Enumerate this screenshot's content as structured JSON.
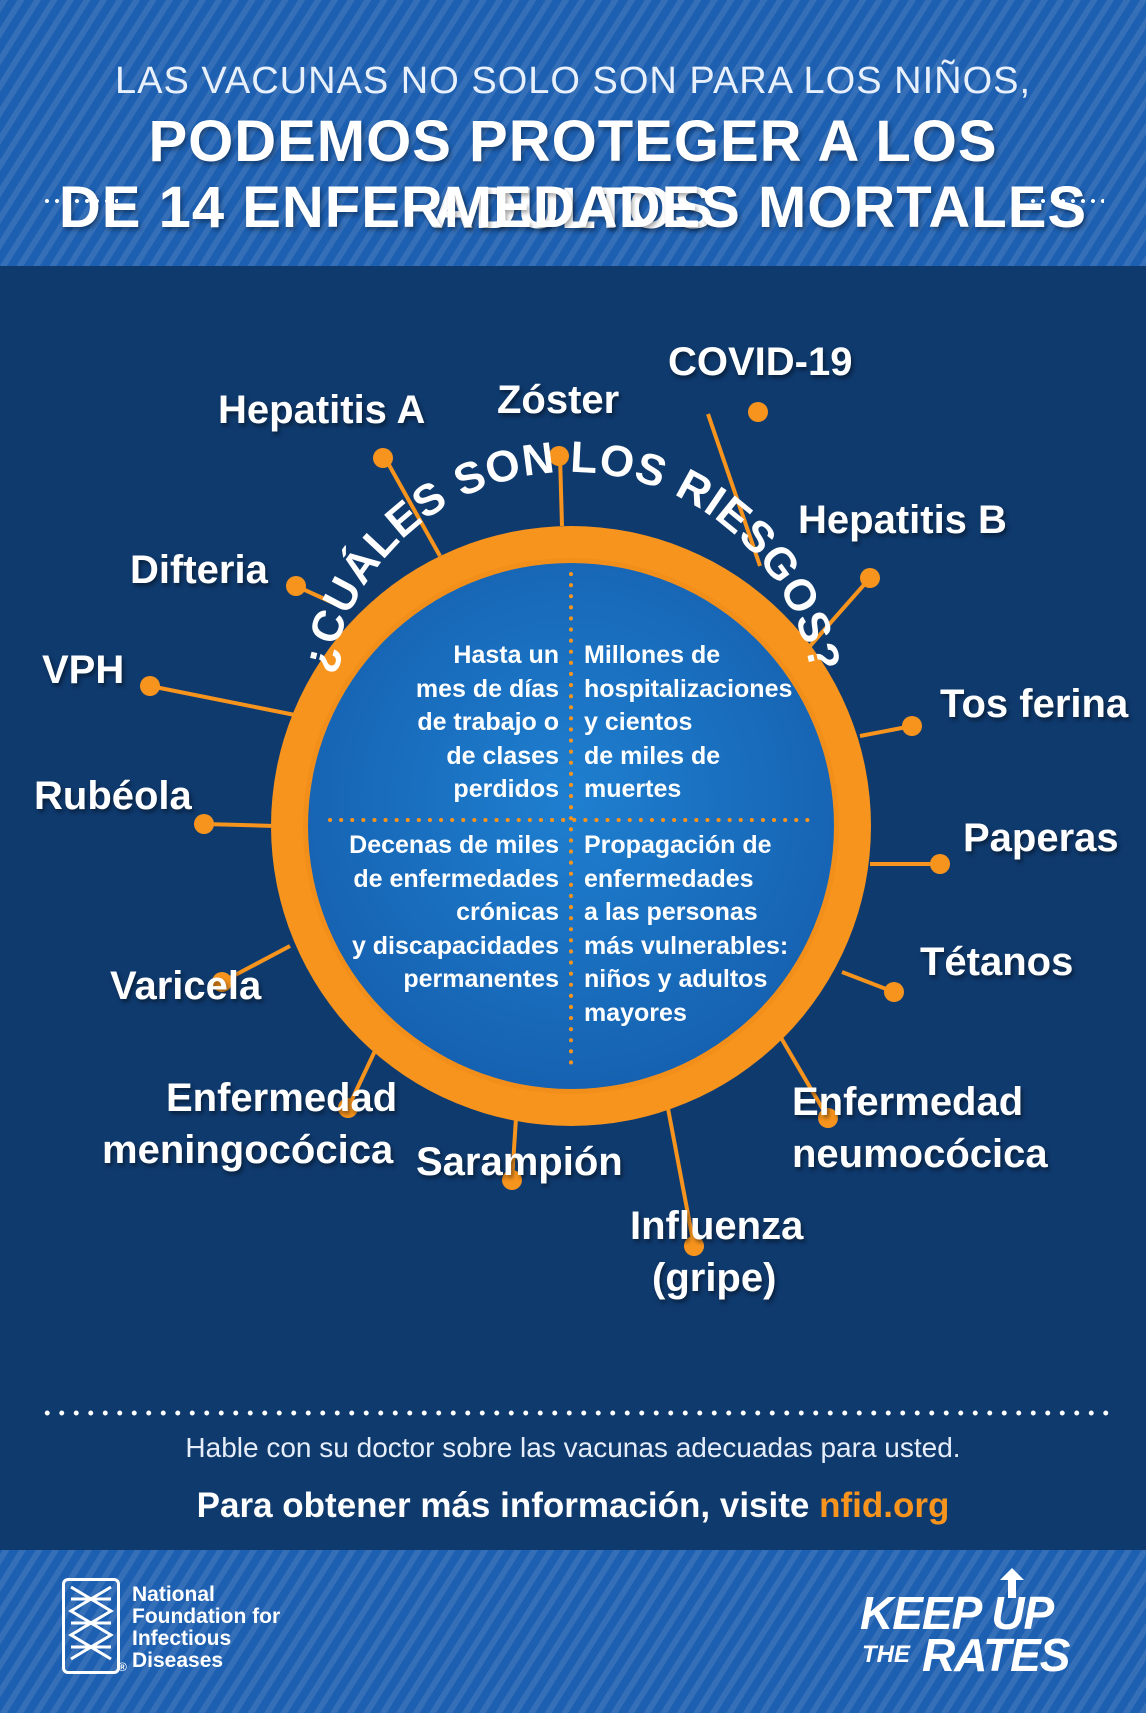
{
  "header": {
    "subtitle": "LAS VACUNAS NO SOLO SON PARA LOS NIÑOS,",
    "title_line1": "PODEMOS PROTEGER A LOS ADULTOS",
    "title_line2": "DE 14 ENFERMEDADES MORTALES"
  },
  "ring": {
    "heading": "¿CUÁLES SON LOS RIESGOS?",
    "quadrants": {
      "top_left": "Hasta un\nmes de días\nde trabajo o\nde clases\nperdidos",
      "top_right": "Millones de\nhospitalizaciones\ny cientos\nde miles de\nmuertes",
      "bottom_left": "Decenas de miles\nde enfermedades\ncrónicas\ny discapacidades\npermanentes",
      "bottom_right": "Propagación de\nenfermedades\na las personas\nmás vulnerables:\nniños y adultos\nmayores"
    }
  },
  "diseases": {
    "covid": "COVID-19",
    "zoster": "Zóster",
    "hepatitis_a": "Hepatitis A",
    "hepatitis_b": "Hepatitis B",
    "difteria": "Difteria",
    "vph": "VPH",
    "tos_ferina": "Tos ferina",
    "rubeola": "Rubéola",
    "paperas": "Paperas",
    "tetanos": "Tétanos",
    "varicela": "Varicela",
    "meningococica_1": "Enfermedad",
    "meningococica_2": "meningocócica",
    "neumococica_1": "Enfermedad",
    "neumococica_2": "neumocócica",
    "sarampion": "Sarampión",
    "influenza_1": "Influenza",
    "influenza_2": "(gripe)"
  },
  "footer": {
    "talk": "Hable con su doctor sobre las vacunas adecuadas para usted.",
    "info_prefix": "Para obtener más información, visite ",
    "link": "nfid.org"
  },
  "logos": {
    "nfid_name": "National\nFoundation for\nInfectious\nDiseases",
    "nfid_reg": "®",
    "keep": "KEEP UP",
    "the": "THE",
    "rates": "RATES"
  },
  "colors": {
    "background": "#0f3a6e",
    "stripe_band": "#1d5fb0",
    "ring_orange": "#f7941d",
    "inner_blue": "#1a6fc0",
    "text": "#ffffff"
  }
}
